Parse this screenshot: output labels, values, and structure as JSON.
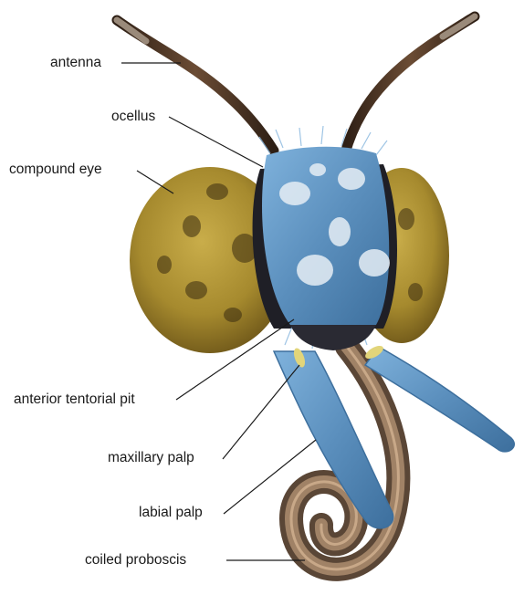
{
  "labels": {
    "antenna": "antenna",
    "ocellus": "ocellus",
    "compound_eye": "compound eye",
    "anterior_tentorial_pit": "anterior tentorial pit",
    "maxillary_palp": "maxillary palp",
    "labial_palp": "labial palp",
    "coiled_proboscis": "coiled proboscis"
  },
  "colors": {
    "eye": "#a68a2e",
    "scales": "#5b8fbd",
    "antenna": "#4a3426",
    "proboscis": "#7a6450",
    "leader_line": "#1a1a1a"
  }
}
